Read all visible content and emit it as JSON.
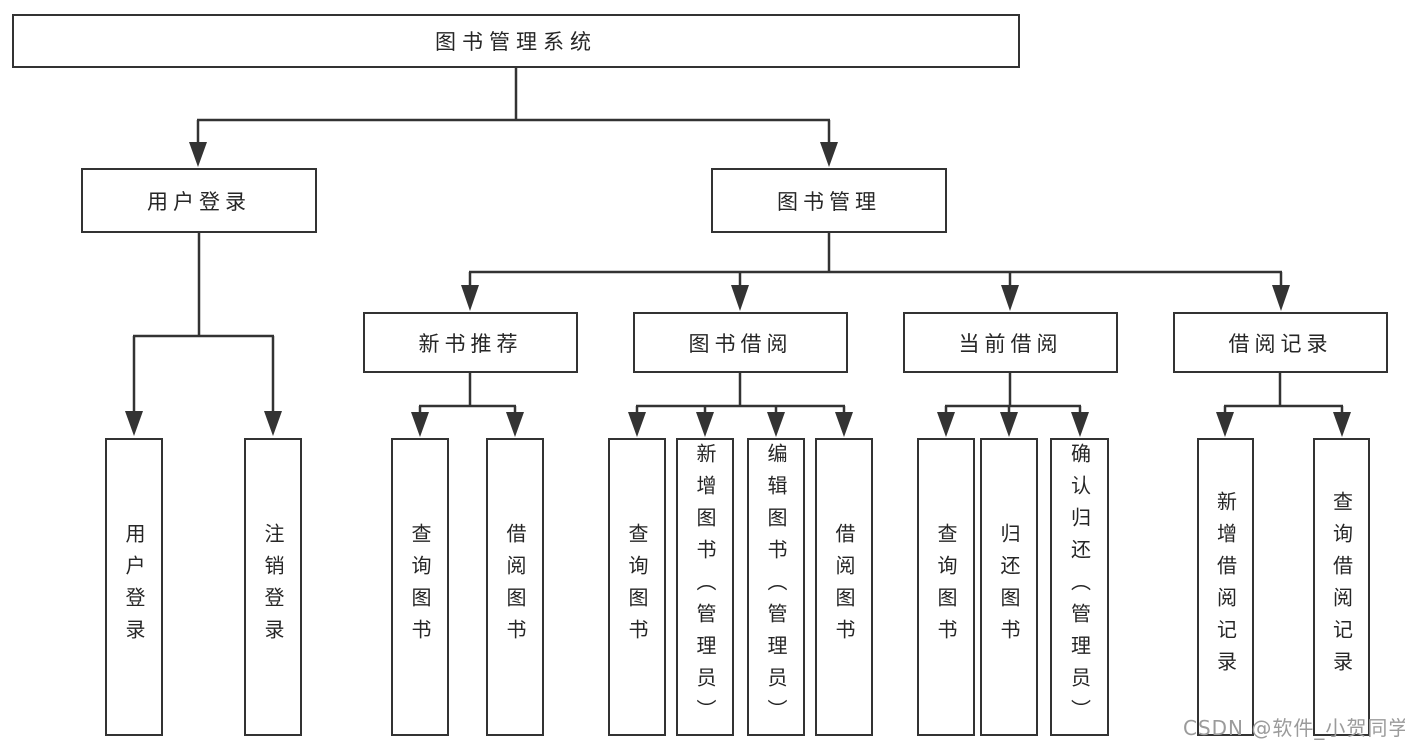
{
  "root_label": "图书管理系统",
  "level2": {
    "user_login": {
      "label": "用户登录"
    },
    "book_management": {
      "label": "图书管理"
    }
  },
  "level3": {
    "new_book_recommend": {
      "label": "新书推荐"
    },
    "book_borrow": {
      "label": "图书借阅"
    },
    "current_borrow": {
      "label": "当前借阅"
    },
    "borrow_records": {
      "label": "借阅记录"
    }
  },
  "leaves": {
    "user_login": [
      "用户登录",
      "注销登录"
    ],
    "new_book_recommend": [
      "查询图书",
      "借阅图书"
    ],
    "book_borrow": [
      "查询图书",
      "新增图书（管理员）",
      "编辑图书（管理员）",
      "借阅图书"
    ],
    "current_borrow": [
      "查询图书",
      "归还图书",
      "确认归还（管理员）"
    ],
    "borrow_records": [
      "新增借阅记录",
      "查询借阅记录"
    ]
  },
  "watermark": "CSDN @软件_小贺同学",
  "colors": {
    "line": "#333333",
    "text": "#262626",
    "watermark": "#9b9b9b",
    "background": "#ffffff"
  }
}
